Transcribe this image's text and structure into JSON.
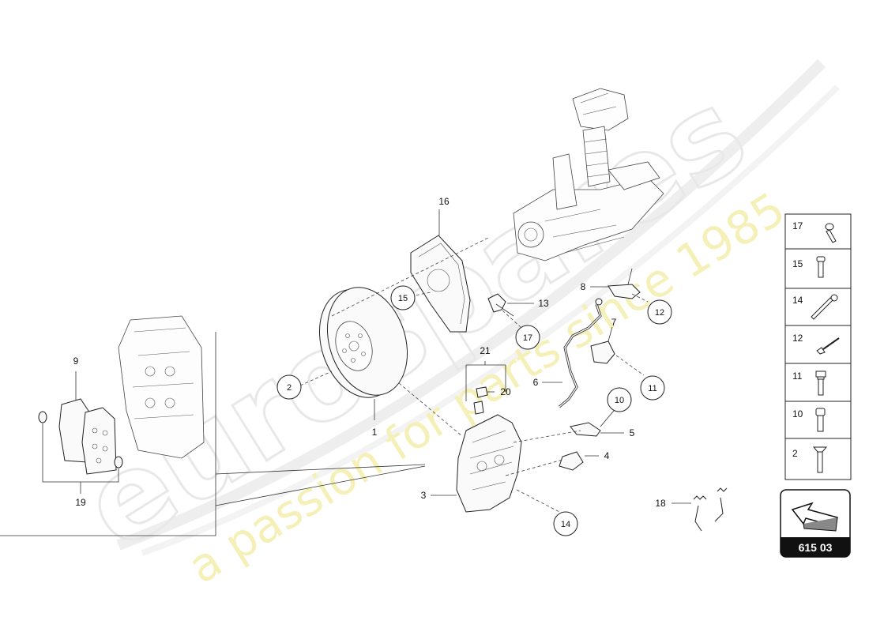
{
  "watermark": {
    "brand": "eurospares",
    "tagline": "a passion for parts since 1985"
  },
  "callouts": [
    "1",
    "3",
    "4",
    "5",
    "6",
    "7",
    "8",
    "9",
    "13",
    "16",
    "18",
    "19",
    "20",
    "21"
  ],
  "circled_callouts": [
    "2",
    "10",
    "11",
    "12",
    "14",
    "15",
    "17"
  ],
  "legend": [
    {
      "number": "17",
      "icon": "bolt-icon"
    },
    {
      "number": "15",
      "icon": "short-bolt-icon"
    },
    {
      "number": "14",
      "icon": "long-bolt-icon"
    },
    {
      "number": "12",
      "icon": "rivet-icon"
    },
    {
      "number": "11",
      "icon": "flange-bolt-icon"
    },
    {
      "number": "10",
      "icon": "socket-bolt-icon"
    },
    {
      "number": "2",
      "icon": "countersunk-screw-icon"
    }
  ],
  "page_badge": {
    "code": "615 03",
    "icon": "direction-arrow-icon"
  },
  "colors": {
    "line": "#222222",
    "watermark_grey": "#e8e8e8",
    "watermark_yellow": "#f3efb6",
    "badge_bg": "#111111"
  }
}
